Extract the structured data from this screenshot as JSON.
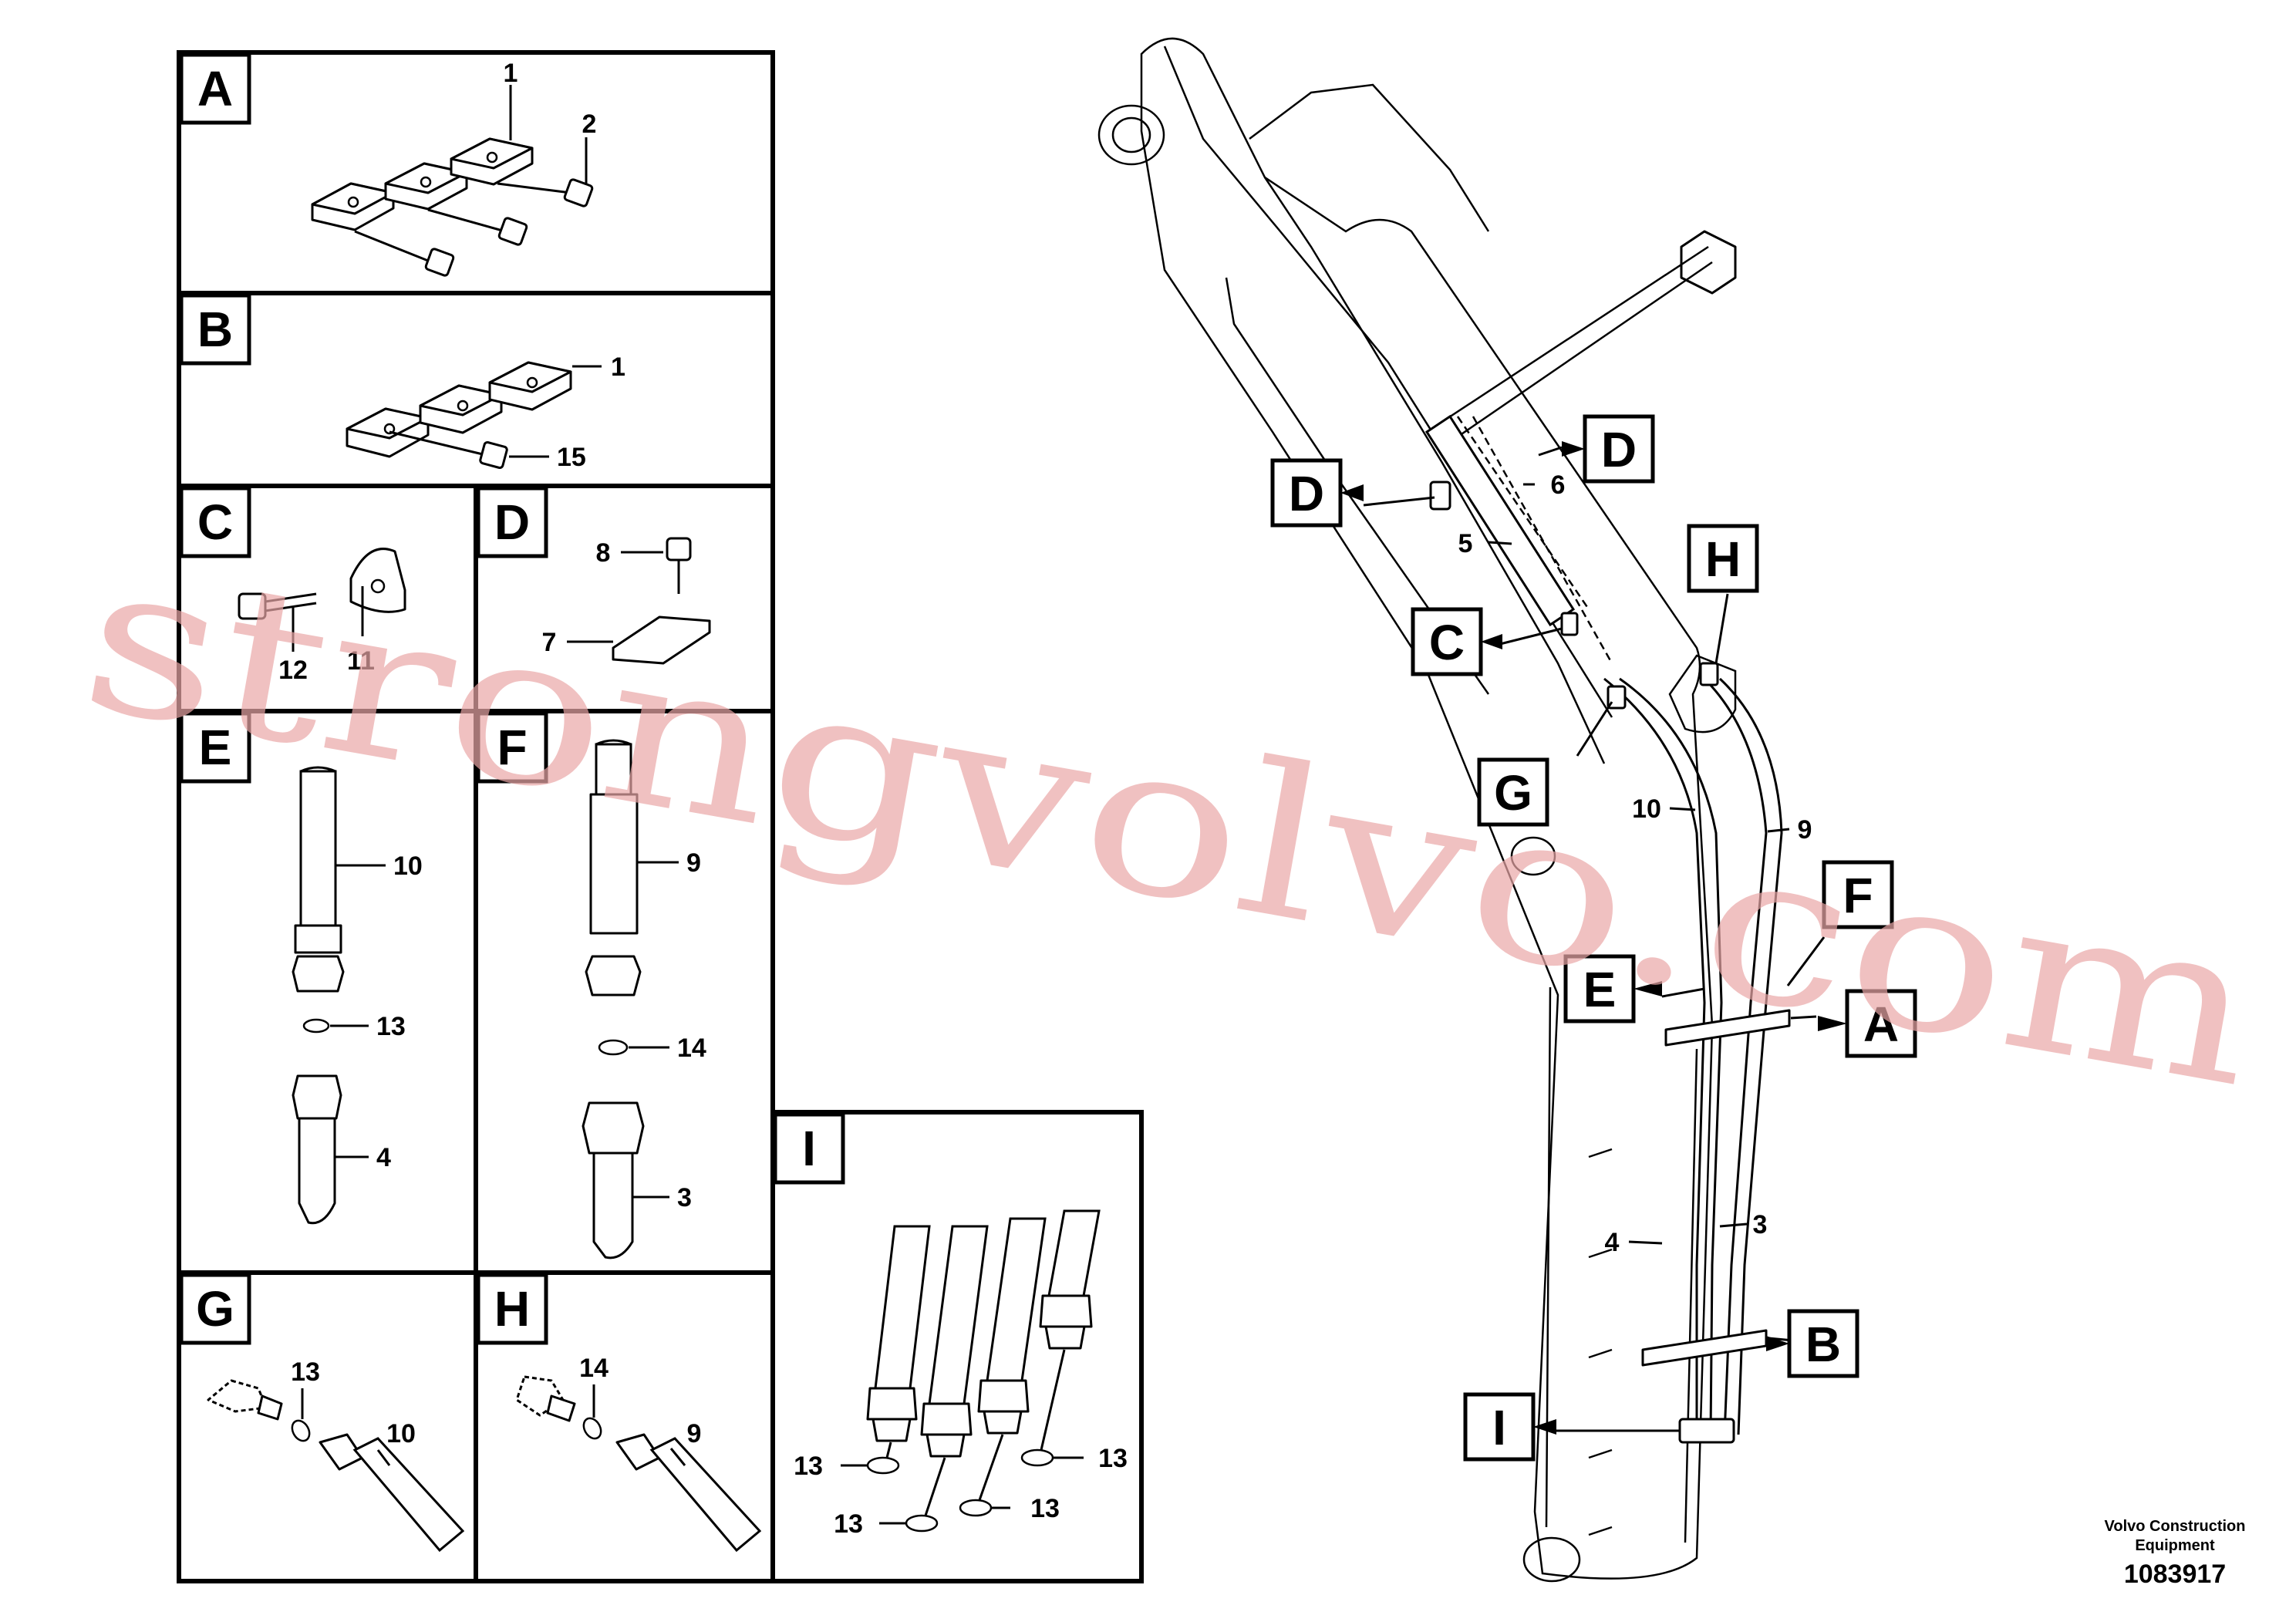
{
  "panels": {
    "A": {
      "letter": "A",
      "callouts": [
        "1",
        "2"
      ]
    },
    "B": {
      "letter": "B",
      "callouts": [
        "1",
        "15"
      ]
    },
    "C": {
      "letter": "C",
      "callouts": [
        "12",
        "11"
      ]
    },
    "D": {
      "letter": "D",
      "callouts": [
        "8",
        "7"
      ]
    },
    "E": {
      "letter": "E",
      "callouts": [
        "10",
        "13",
        "4"
      ]
    },
    "F": {
      "letter": "F",
      "callouts": [
        "9",
        "14",
        "3"
      ]
    },
    "G": {
      "letter": "G",
      "callouts": [
        "13",
        "10"
      ]
    },
    "H": {
      "letter": "H",
      "callouts": [
        "14",
        "9"
      ]
    },
    "I": {
      "letter": "I",
      "callouts": [
        "13",
        "13",
        "13",
        "13"
      ]
    }
  },
  "main": {
    "tags": [
      "D",
      "D",
      "H",
      "C",
      "G",
      "F",
      "E",
      "A",
      "B",
      "I"
    ],
    "callouts": [
      "6",
      "5",
      "10",
      "9",
      "4",
      "3"
    ]
  },
  "watermark": "strongvolvo.com",
  "footer": {
    "company_line1": "Volvo Construction",
    "company_line2": "Equipment",
    "drawing_number": "1083917"
  },
  "colors": {
    "watermark": "#e9a6a6",
    "ink": "#000000"
  }
}
